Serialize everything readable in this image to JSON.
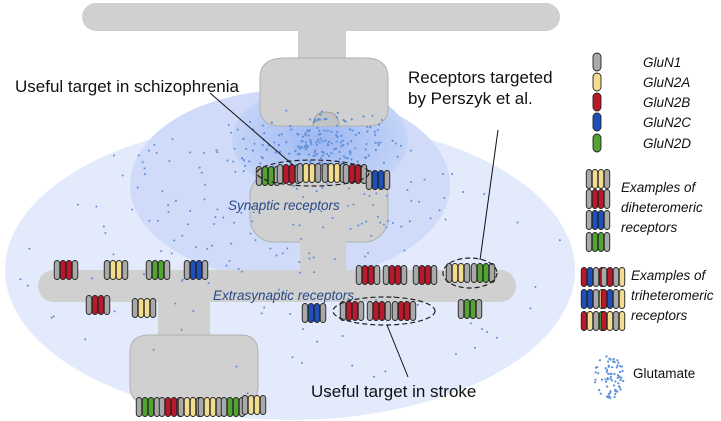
{
  "annotations": {
    "schizophrenia": "Useful target in schizophrenia",
    "perszyk_line1": "Receptors targeted",
    "perszyk_line2": "by Perszyk et al.",
    "stroke": "Useful target in stroke"
  },
  "regions": {
    "synaptic": "Synaptic receptors",
    "extrasynaptic": "Extrasynaptic receptors"
  },
  "legend": {
    "subunits": [
      {
        "label": "GluN1",
        "color": "#a9a9a9"
      },
      {
        "label": "GluN2A",
        "color": "#f2dc8f"
      },
      {
        "label": "GluN2B",
        "color": "#b81a2c"
      },
      {
        "label": "GluN2C",
        "color": "#1f4fb8"
      },
      {
        "label": "GluN2D",
        "color": "#52a333"
      }
    ],
    "diheteromeric": [
      "Examples of",
      "diheteromeric",
      "receptors"
    ],
    "triheteromeric": [
      "Examples of",
      "triheteromeric",
      "receptors"
    ],
    "glutamate": "Glutamate"
  },
  "colors": {
    "neuron": "#d0d0d0",
    "neuron_outline": "#a0a0a0",
    "glutamate_dot": "#5b8fd9",
    "diffusion_outer": "#e3eafc",
    "diffusion_inner": "#cdd9f8"
  }
}
